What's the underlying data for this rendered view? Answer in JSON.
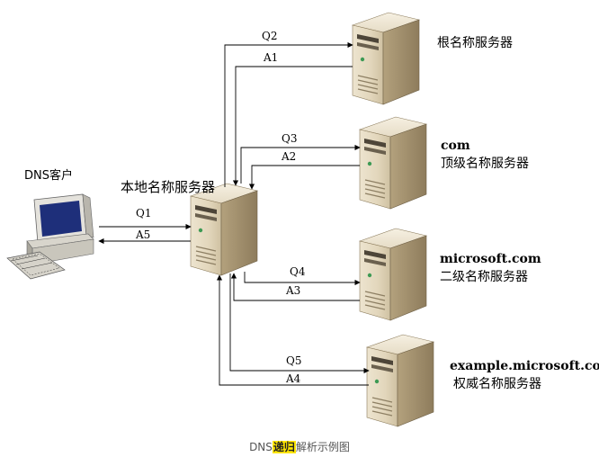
{
  "client_label": "DNS客户",
  "local_server_label": "本地名称服务器",
  "servers": [
    {
      "name": "",
      "desc": "根名称服务器"
    },
    {
      "name": "com",
      "desc": "顶级名称服务器"
    },
    {
      "name": "microsoft.com",
      "desc": "二级名称服务器"
    },
    {
      "name": "example.microsoft.com",
      "desc": "权威名称服务器"
    }
  ],
  "arrows": {
    "q1": "Q1",
    "a5": "A5",
    "q2": "Q2",
    "a1": "A1",
    "q3": "Q3",
    "a2": "A2",
    "q4": "Q4",
    "a3": "A3",
    "q5": "Q5",
    "a4": "A4"
  },
  "caption": {
    "pre": "DNS",
    "highlight": "递归",
    "post": "解析示例图"
  }
}
